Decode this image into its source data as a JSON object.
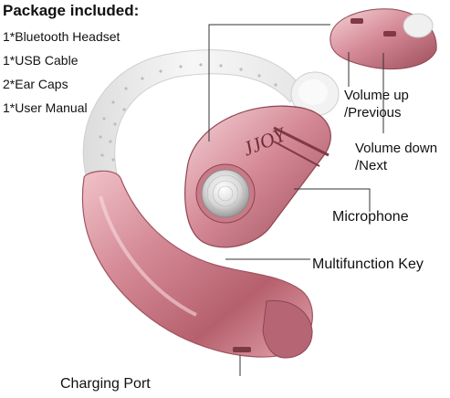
{
  "package": {
    "title": "Package included:",
    "items": [
      "1*Bluetooth Headset",
      "1*USB Cable",
      "2*Ear Caps",
      "1*User Manual"
    ]
  },
  "callouts": {
    "volume_up_line1": "Volume up",
    "volume_up_line2": "/Previous",
    "volume_down_line1": "Volume down",
    "volume_down_line2": "/Next",
    "microphone": "Microphone",
    "multifunction_key": "Multifunction Key",
    "charging_port": "Charging Port"
  },
  "brand_logo": "JJOY",
  "colors": {
    "rose_gold": "#d48a96",
    "rose_gold_dark": "#a85a66",
    "hook_white": "#efefef",
    "button_silver": "#d8d8d8"
  }
}
